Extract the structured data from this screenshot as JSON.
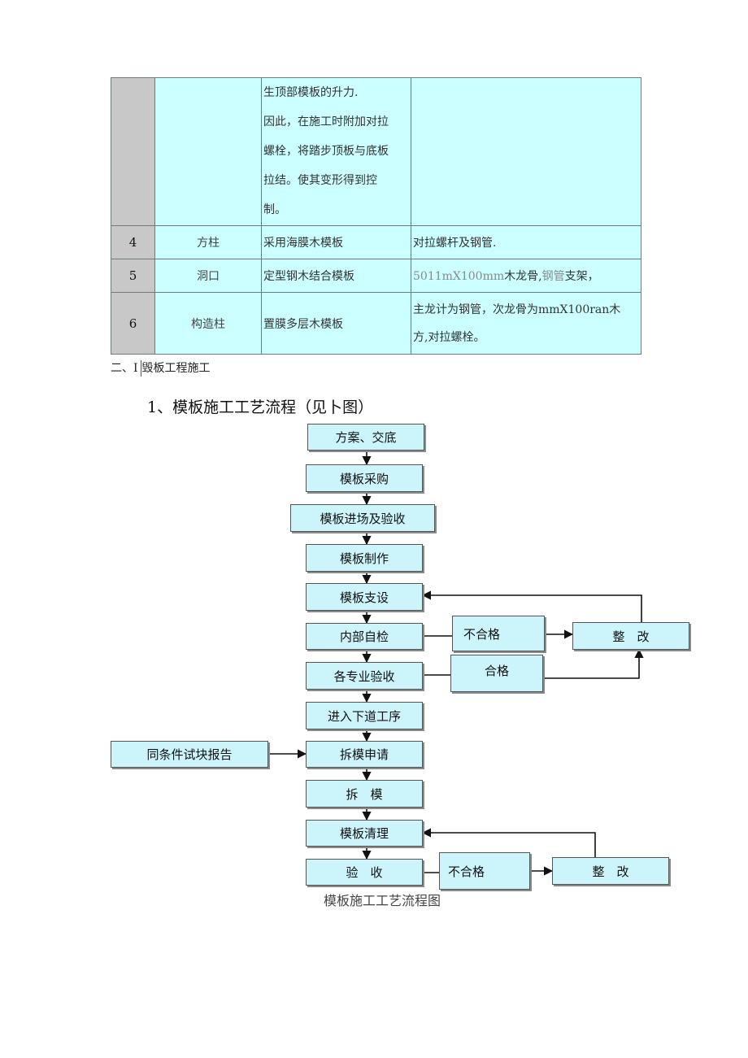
{
  "table": {
    "rows": [
      {
        "num": "",
        "name": "",
        "desc_lines": [
          "生顶部模板的升力.",
          "因此，在施工时附加对拉",
          "螺栓，将踏步顶板与底板",
          "拉结。使其变形得到控",
          "制。"
        ],
        "note": ""
      },
      {
        "num": "4",
        "name": "方柱",
        "desc": "采用海膜木模板",
        "note": "对拉螺杆及钢管."
      },
      {
        "num": "5",
        "name": "洞口",
        "desc": "定型钢木结合模板",
        "note_a": "5011mX100mm",
        "note_b": "木龙骨,",
        "note_c": "钢管",
        "note_d": "支架，"
      },
      {
        "num": "6",
        "name": "构造柱",
        "desc": "置膜多层木模板",
        "note_lines": [
          "主龙计为钢管，次龙骨为mmX100ran木",
          "方,对拉螺栓。"
        ]
      }
    ]
  },
  "section": {
    "prefix": "二、I",
    "title": "毁板工程施工"
  },
  "subheading": "1、模板施工工艺流程（见卜图）",
  "flowchart": {
    "steps": [
      "方案、交底",
      "模板采购",
      "模板进场及验收",
      "模板制作",
      "模板支设",
      "内部自检",
      "各专业验收",
      "进入下道工序",
      "拆模申请",
      "拆　模",
      "模板清理",
      "验　收"
    ],
    "fail_label_1": "不合格",
    "pass_label": "合格",
    "rectify_1": "整　改",
    "report": "同条件试块报告",
    "fail_label_2": "不合格",
    "rectify_2": "整　改",
    "caption": "模板施工工艺流程图"
  }
}
